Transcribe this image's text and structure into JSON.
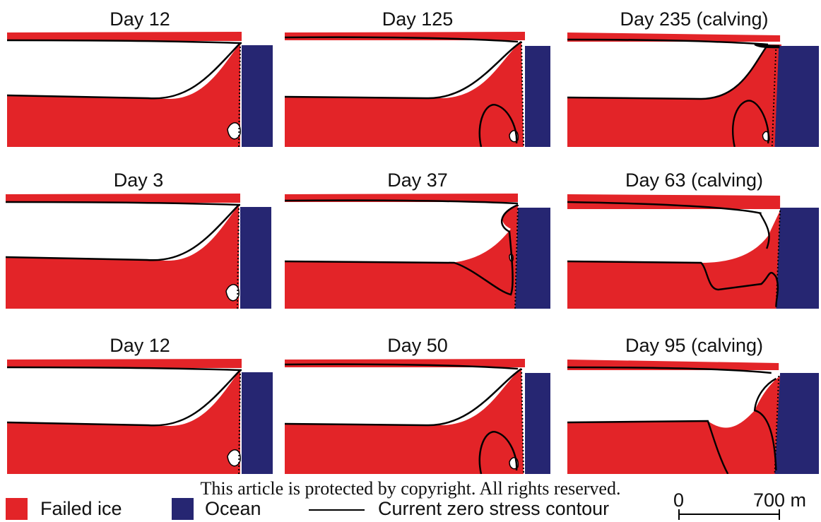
{
  "panels": [
    {
      "title": "Day 12",
      "variant": "a"
    },
    {
      "title": "Day 125",
      "variant": "b"
    },
    {
      "title": "Day 235 (calving)",
      "variant": "c"
    },
    {
      "title": "Day 3",
      "variant": "a"
    },
    {
      "title": "Day 37",
      "variant": "d"
    },
    {
      "title": "Day 63 (calving)",
      "variant": "e"
    },
    {
      "title": "Day 12",
      "variant": "a"
    },
    {
      "title": "Day 50",
      "variant": "b"
    },
    {
      "title": "Day 95 (calving)",
      "variant": "f"
    }
  ],
  "legend": {
    "failed_ice": "Failed ice",
    "ocean": "Ocean",
    "contour": "Current zero stress contour"
  },
  "colors": {
    "failed_ice": "#e32428",
    "ocean": "#262672",
    "contour": "#000000"
  },
  "scale": {
    "zero": "0",
    "distance": "700 m"
  },
  "copyright": "This article is protected by copyright. All rights reserved."
}
